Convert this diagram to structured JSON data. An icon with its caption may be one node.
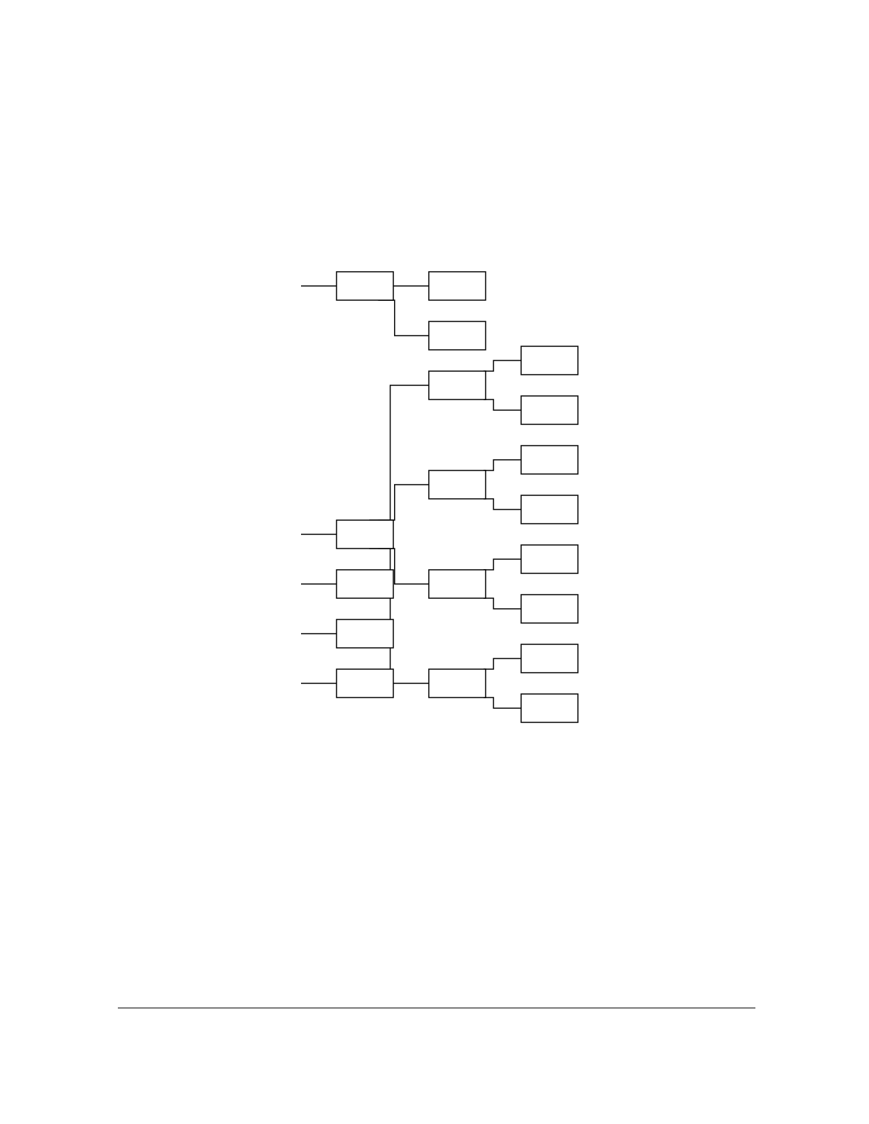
{
  "diagram": {
    "nodes": [
      {
        "text": [],
        "shape": "box"
      },
      {
        "text": [],
        "shape": "box"
      },
      {
        "text": [],
        "shape": "box"
      },
      {
        "text": [],
        "shape": "box"
      },
      {
        "text": [],
        "shape": "box"
      },
      {
        "text": [],
        "shape": "box"
      },
      {
        "text": [],
        "shape": "box"
      },
      {
        "text": [],
        "shape": "box"
      },
      {
        "text": [],
        "shape": "box"
      },
      {
        "text": [],
        "shape": "box"
      },
      {
        "text": [],
        "shape": "box"
      },
      {
        "text": [],
        "shape": "box"
      },
      {
        "text": [],
        "shape": "box"
      },
      {
        "text": [],
        "shape": "box"
      },
      {
        "text": [],
        "shape": "box"
      },
      {
        "text": [],
        "shape": "box"
      },
      {
        "text": [],
        "shape": "box"
      },
      {
        "text": [],
        "shape": "box"
      },
      {
        "text": [],
        "shape": "box"
      }
    ],
    "edges": [
      {
        "from": null,
        "to": 0,
        "arrow": "none"
      },
      {
        "from": 0,
        "to": 1,
        "arrow": "none"
      },
      {
        "from": 0,
        "to": 2,
        "arrow": "none"
      },
      {
        "from": null,
        "to": 3,
        "arrow": "none"
      },
      {
        "from": 3,
        "to": 4,
        "arrow": "none"
      },
      {
        "from": 4,
        "to": 5,
        "arrow": "none"
      },
      {
        "from": 4,
        "to": 6,
        "arrow": "none"
      },
      {
        "from": 3,
        "to": 7,
        "arrow": "none"
      },
      {
        "from": 7,
        "to": 8,
        "arrow": "none"
      },
      {
        "from": 7,
        "to": 9,
        "arrow": "none"
      },
      {
        "from": 3,
        "to": 10,
        "arrow": "none"
      },
      {
        "from": 10,
        "to": 11,
        "arrow": "none"
      },
      {
        "from": 10,
        "to": 12,
        "arrow": "none"
      },
      {
        "from": 3,
        "to": 13,
        "arrow": "none"
      },
      {
        "from": 13,
        "to": 14,
        "arrow": "none"
      },
      {
        "from": 13,
        "to": 15,
        "arrow": "none"
      },
      {
        "from": null,
        "to": 16,
        "arrow": "none"
      },
      {
        "from": null,
        "to": 17,
        "arrow": "none"
      },
      {
        "from": null,
        "to": 18,
        "arrow": "none"
      }
    ]
  }
}
